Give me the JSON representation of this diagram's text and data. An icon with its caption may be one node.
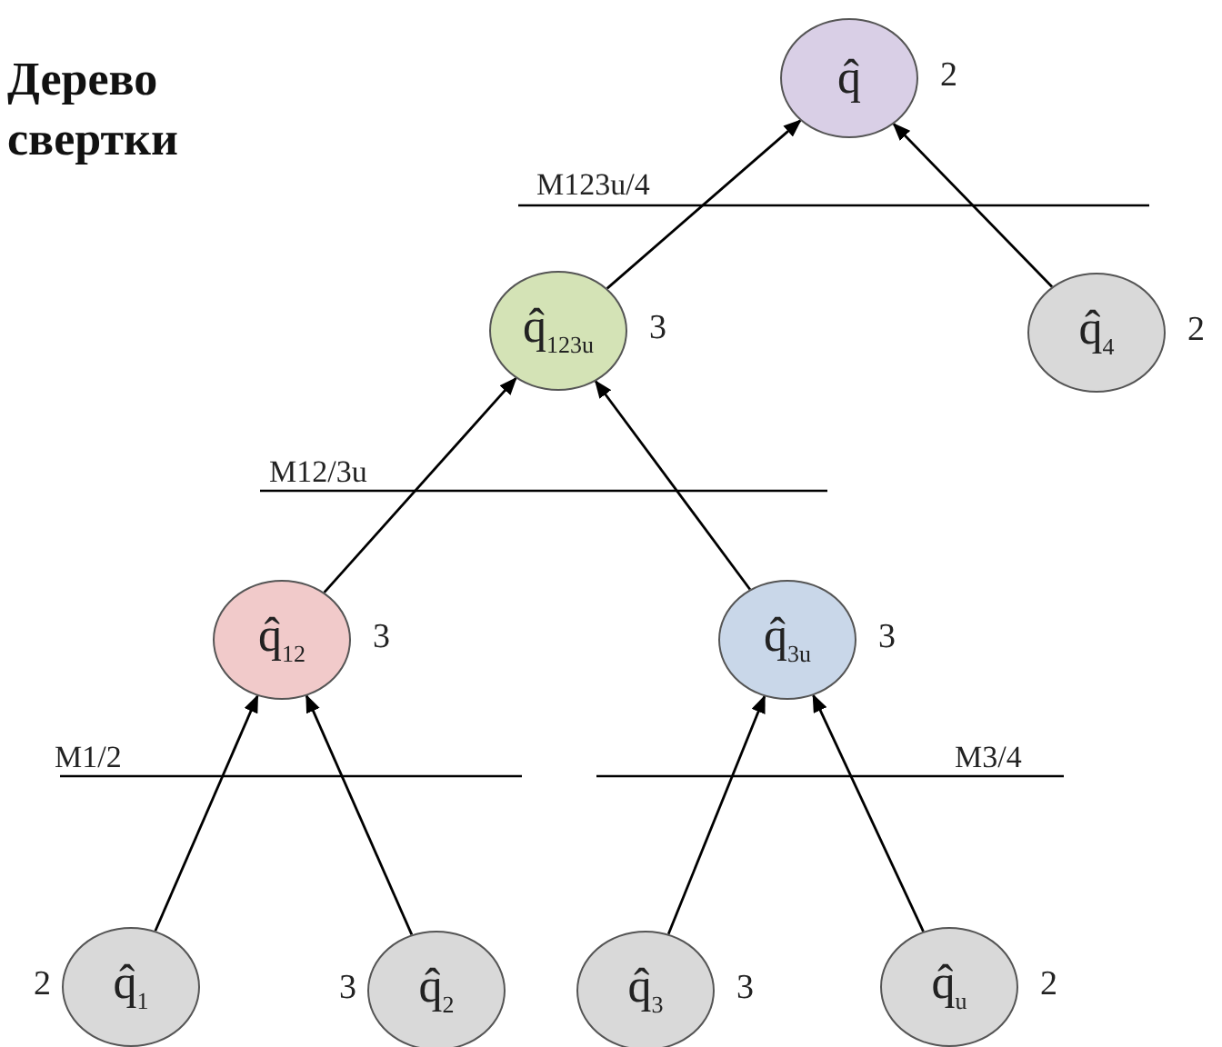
{
  "diagram": {
    "title": "Дерево свертки",
    "nodes": [
      {
        "text": [
          "q̂"
        ],
        "beside": [
          "2"
        ]
      },
      {
        "text": [
          "q̂$_{123u}$"
        ],
        "beside": [
          "3"
        ]
      },
      {
        "text": [
          "q̂$_{4}$"
        ],
        "beside": [
          "2"
        ]
      },
      {
        "text": [
          "q̂$_{12}$"
        ],
        "beside": [
          "3"
        ]
      },
      {
        "text": [
          "q̂$_{3u}$"
        ],
        "beside": [
          "3"
        ]
      },
      {
        "text": [
          "q̂$_{1}$"
        ],
        "beside": [
          "2"
        ]
      },
      {
        "text": [
          "q̂$_{2}$"
        ],
        "beside": [
          "3"
        ]
      },
      {
        "text": [
          "q̂$_{3}$"
        ],
        "beside": [
          "3"
        ]
      },
      {
        "text": [
          "q̂$_{u}$"
        ],
        "beside": [
          "2"
        ]
      }
    ],
    "edges": [
      {
        "from": 1,
        "to": 0,
        "arrow": "to"
      },
      {
        "from": 2,
        "to": 0,
        "arrow": "to"
      },
      {
        "from": 3,
        "to": 1,
        "arrow": "to"
      },
      {
        "from": 4,
        "to": 1,
        "arrow": "to"
      },
      {
        "from": 5,
        "to": 3,
        "arrow": "to"
      },
      {
        "from": 6,
        "to": 3,
        "arrow": "to"
      },
      {
        "from": 7,
        "to": 4,
        "arrow": "to"
      },
      {
        "from": 8,
        "to": 4,
        "arrow": "to"
      }
    ],
    "labels": [
      "M123u/4",
      "M12/3u",
      "M1/2",
      "M3/4"
    ]
  }
}
